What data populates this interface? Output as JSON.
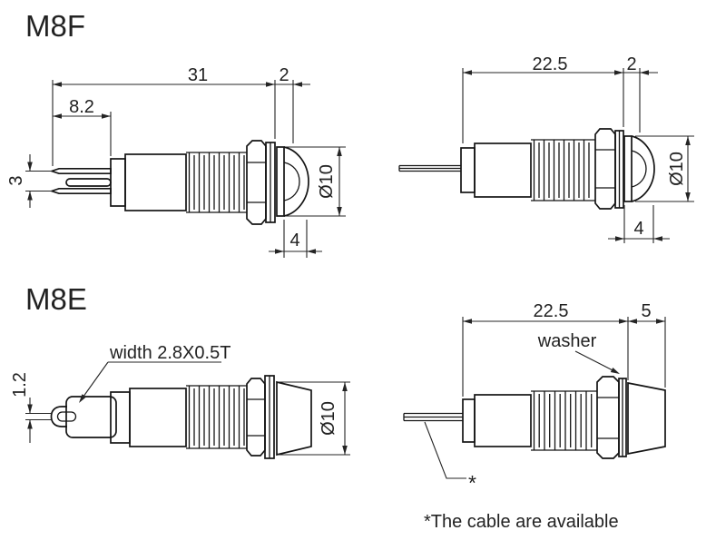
{
  "drawing": {
    "m8f": {
      "title": "M8F",
      "pin_view": {
        "dim_overall": "31",
        "dim_bezel": "2",
        "dim_pin_length": "8.2",
        "dim_pin_spacing": "3",
        "dim_lens_diameter": "Ø10",
        "dim_lens_height": "4"
      },
      "cable_view": {
        "dim_overall": "22.5",
        "dim_bezel": "2",
        "dim_lens_diameter": "Ø10",
        "dim_lens_height": "4"
      }
    },
    "m8e": {
      "title": "M8E",
      "pin_view": {
        "terminal_label": "width 2.8X0.5T",
        "dim_tab_thickness": "1.2",
        "dim_lens_diameter": "Ø10"
      },
      "cable_view": {
        "dim_overall": "22.5",
        "dim_head": "5",
        "washer_label": "washer",
        "cable_marker": "*"
      }
    },
    "footnote": "*The cable are available"
  }
}
